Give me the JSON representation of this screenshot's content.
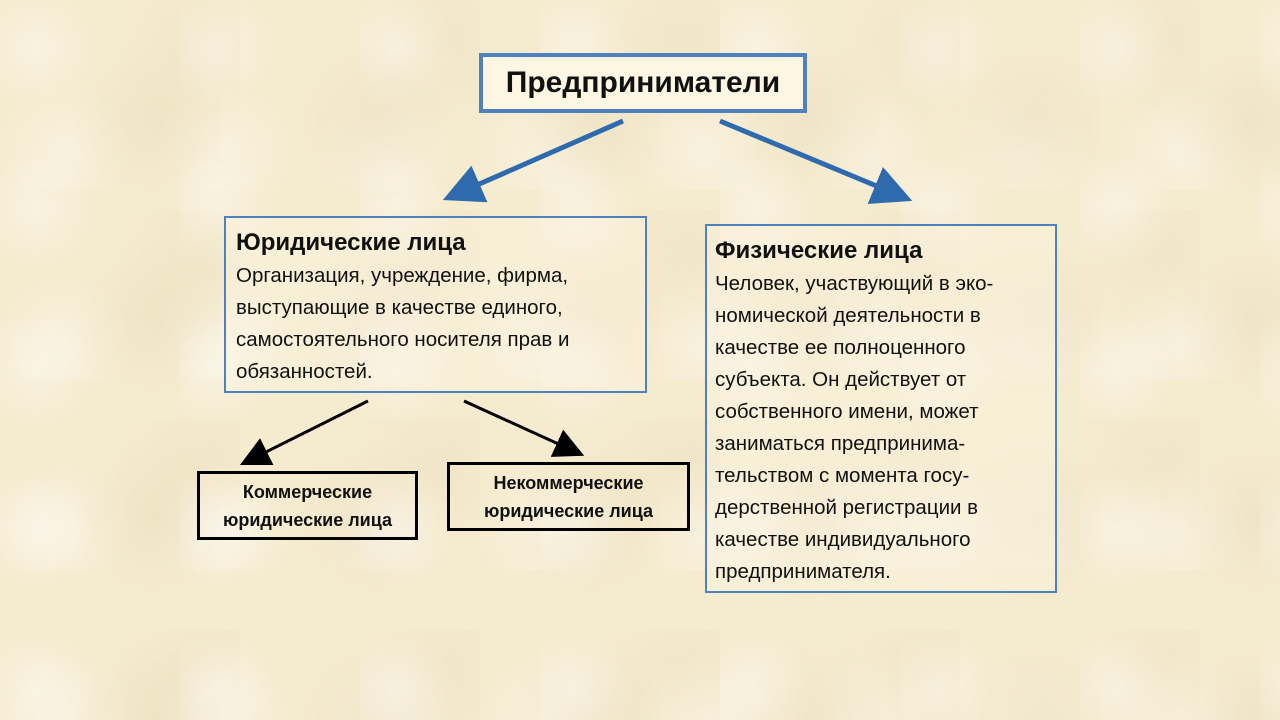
{
  "root": {
    "label": "Предприниматели"
  },
  "legal_entities": {
    "title": "Юридические лица",
    "lines": [
      "Организация, учреждение, фирма,",
      "выступающие в качестве единого,",
      "самостоятельного носителя прав и",
      "обязанностей."
    ]
  },
  "natural_persons": {
    "title": "Физические лица",
    "lines": [
      "Человек, участвующий в эко-",
      "номической деятельности в",
      "качестве ее полноценного",
      "субъекта. Он действует от",
      "собственного имени, может",
      "заниматься предпринима-",
      "тельством с момента госу-",
      "дерственной регистрации в",
      "качестве индивидуального",
      "предпринимателя."
    ]
  },
  "commercial": {
    "line1": "Коммерческие",
    "line2": "юридические лица"
  },
  "noncommercial": {
    "line1": "Некоммерческие",
    "line2": "юридические лица"
  },
  "colors": {
    "accent_blue": "#4f81bd",
    "arrow_blue": "#2e6aad",
    "background": "#f5ebcf"
  }
}
